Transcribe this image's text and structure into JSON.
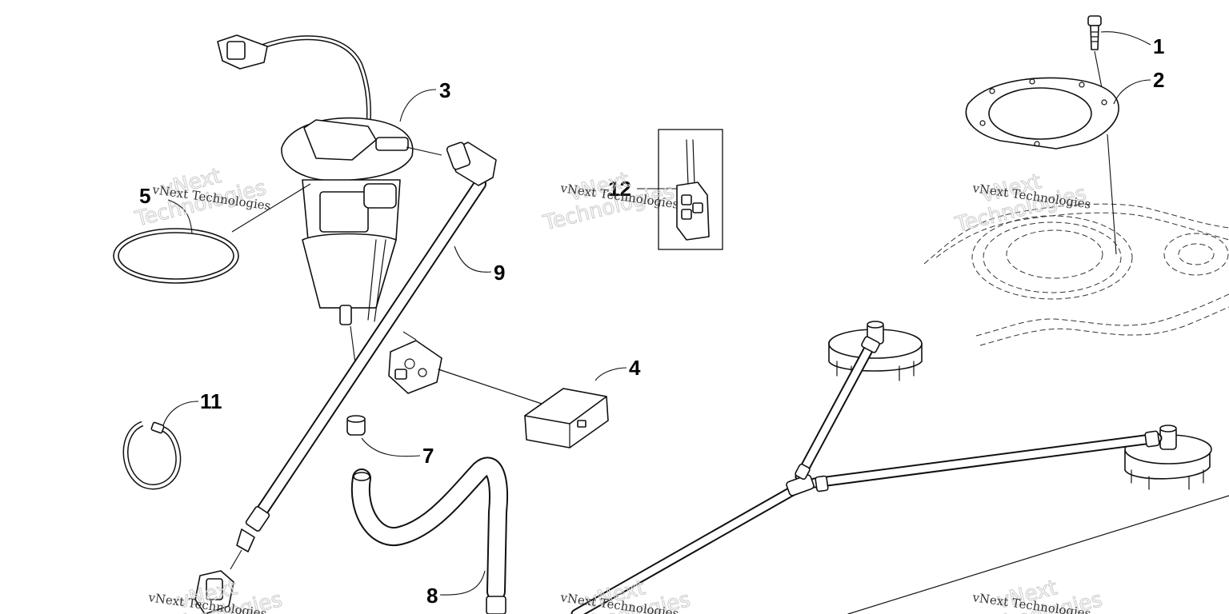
{
  "diagram": {
    "callouts": [
      "1",
      "2",
      "3",
      "4",
      "5",
      "7",
      "8",
      "9",
      "11",
      "12"
    ],
    "watermark": {
      "brand": "vNext",
      "word": "Technologies",
      "full": "vNext Technologies"
    }
  }
}
